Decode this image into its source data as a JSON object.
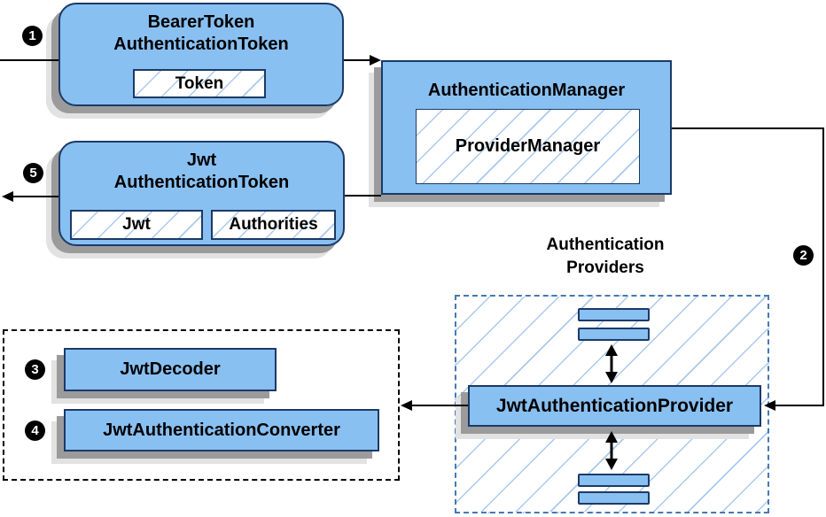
{
  "nodes": {
    "bearer_token": {
      "title": "BearerToken\nAuthenticationToken",
      "field": "Token"
    },
    "auth_manager": {
      "title": "AuthenticationManager",
      "impl": "ProviderManager"
    },
    "jwt_auth_token": {
      "title": "Jwt\nAuthenticationToken",
      "fields": [
        "Jwt",
        "Authorities"
      ]
    },
    "providers_group": {
      "label": "Authentication\nProviders"
    },
    "jwt_auth_provider": {
      "title": "JwtAuthenticationProvider"
    },
    "jwt_decoder": {
      "title": "JwtDecoder"
    },
    "jwt_auth_converter": {
      "title": "JwtAuthenticationConverter"
    }
  },
  "steps": [
    {
      "number": "1"
    },
    {
      "number": "2"
    },
    {
      "number": "3"
    },
    {
      "number": "4"
    },
    {
      "number": "5"
    }
  ],
  "colors": {
    "node_fill": "#89c0f2",
    "node_border": "#1c3a67",
    "hatch_line": "#a9c9ef",
    "providers_dash_border": "#4579b2",
    "connector": "#000000",
    "shadow_dark": "#9b9b9b",
    "shadow_light": "#e2e2e2",
    "badge_bg": "#000000",
    "badge_text": "#ffffff"
  }
}
